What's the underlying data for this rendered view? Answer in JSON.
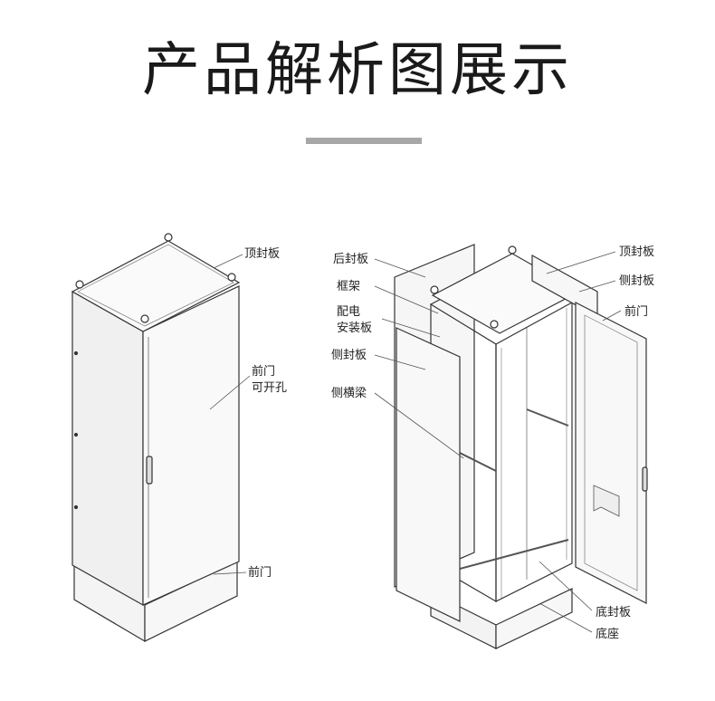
{
  "title": "产品解析图展示",
  "accent_bar_color": "#a7a7a7",
  "left_cabinet": {
    "labels": {
      "top_panel": "顶封板",
      "front_door_line1": "前门",
      "front_door_line2": "可开孔",
      "front_door_bottom": "前门"
    }
  },
  "right_cabinet": {
    "labels": {
      "rear_panel": "后封板",
      "frame": "框架",
      "mount_plate_line1": "配电",
      "mount_plate_line2": "安装板",
      "side_panel_left": "侧封板",
      "side_beam": "侧横梁",
      "top_panel": "顶封板",
      "side_panel_right": "侧封板",
      "front_door": "前门",
      "bottom_panel": "底封板",
      "base": "底座"
    }
  }
}
